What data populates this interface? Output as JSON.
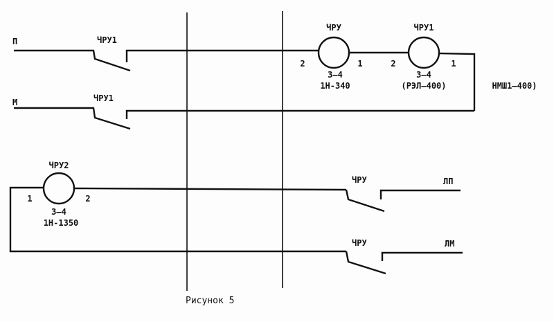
{
  "figure_caption": "Рисунок 5",
  "rails": {
    "p": "П",
    "m": "М",
    "lp": "ЛП",
    "lm": "ЛМ"
  },
  "contacts": {
    "top_p": "ЧРУ1",
    "top_m": "ЧРУ1",
    "bottom_lp": "ЧРУ",
    "bottom_lm": "ЧРУ"
  },
  "relays": [
    {
      "name": "ЧРУ",
      "pin_left": "2",
      "pin_right": "1",
      "winding": "3–4",
      "type": "1Н-340",
      "extra": ""
    },
    {
      "name": "ЧРУ1",
      "pin_left": "2",
      "pin_right": "1",
      "winding": "3–4",
      "type": "(РЭЛ–400)",
      "extra": "НМШ1–400)"
    },
    {
      "name": "ЧРУ2",
      "pin_left": "1",
      "pin_right": "2",
      "winding": "3–4",
      "type": "1Н-1350",
      "extra": ""
    }
  ]
}
